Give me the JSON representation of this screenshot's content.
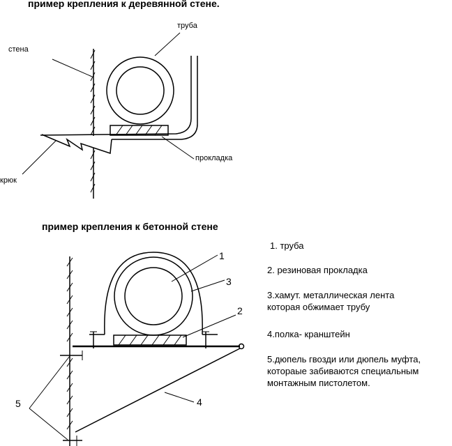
{
  "top": {
    "title": "пример крепления к деревянной стене.",
    "labels": {
      "wall": "стена",
      "pipe": "труба",
      "gasket": "прокладка",
      "hook": "крюк"
    }
  },
  "bottom": {
    "title": "пример крепления к бетонной стене",
    "callouts": {
      "n1": "1",
      "n2": "2",
      "n3": "3",
      "n4": "4",
      "n5": "5"
    }
  },
  "legend": {
    "item1": "1. труба",
    "item2": "2. резиновая прокладка",
    "item3_line1": "3.хамут. металлическая лента",
    "item3_line2": "которая обжимает трубу",
    "item4": "4.полка- кранштейн",
    "item5_line1": "5.дюпель гвозди или дюпель муфта,",
    "item5_line2": "котораые забиваются специальным",
    "item5_line3": "монтажным пистолетом."
  }
}
